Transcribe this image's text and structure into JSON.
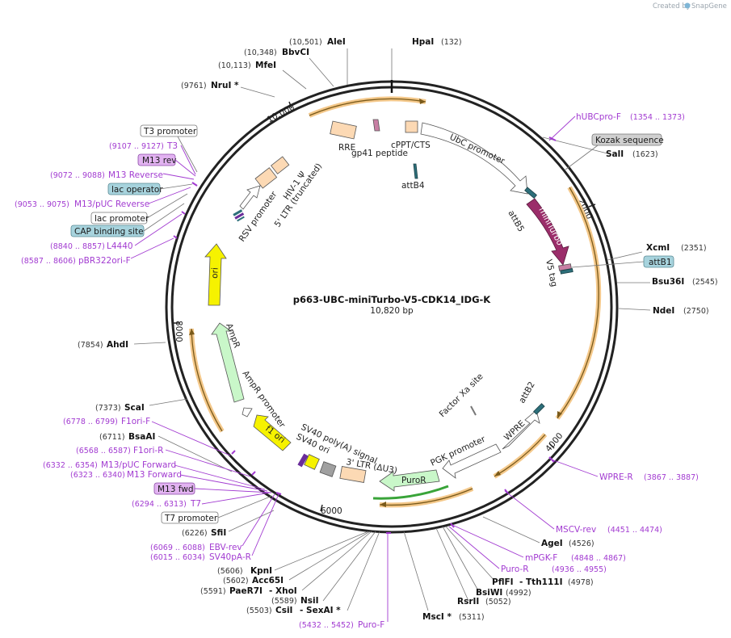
{
  "header": {
    "credit_prefix": "Created by",
    "credit_brand": "SnapGene",
    "title": "p663-UBC-miniTurbo-V5-CDK14_IDG-K",
    "length": "10,820 bp"
  },
  "ruler": {
    "labels": [
      "10,000",
      "2000",
      "4000",
      "6000",
      "8000"
    ]
  },
  "sites": [
    {
      "name": "HpaI",
      "pos": "(132)"
    },
    {
      "name": "AleI",
      "pos": "(10,501)"
    },
    {
      "name": "BbvCI",
      "pos": "(10,348)"
    },
    {
      "name": "MfeI",
      "pos": "(10,113)"
    },
    {
      "name": "NruI *",
      "pos": "(9761)"
    },
    {
      "name": "SalI",
      "pos": "(1623)"
    },
    {
      "name": "XcmI",
      "pos": "(2351)"
    },
    {
      "name": "Bsu36I",
      "pos": "(2545)"
    },
    {
      "name": "NdeI",
      "pos": "(2750)"
    },
    {
      "name": "AhdI",
      "pos": "(7854)"
    },
    {
      "name": "ScaI",
      "pos": "(7373)"
    },
    {
      "name": "BsaAI",
      "pos": "(6711)"
    },
    {
      "name": "SfiI",
      "pos": "(6226)"
    },
    {
      "name": "KpnI",
      "pos": "(5606)"
    },
    {
      "name": "Acc65I",
      "pos": "(5602)"
    },
    {
      "name": "PaeR7I",
      "pos": "(5591)"
    },
    {
      "name": "- XhoI",
      "pos": ""
    },
    {
      "name": "NsiI",
      "pos": "(5589)"
    },
    {
      "name": "CsiI",
      "pos": "(5503)"
    },
    {
      "name": "- SexAI *",
      "pos": ""
    },
    {
      "name": "MscI *",
      "pos": "(5311)"
    },
    {
      "name": "RsrII",
      "pos": "(5052)"
    },
    {
      "name": "BsiWI",
      "pos": "(4992)"
    },
    {
      "name": "PflFI",
      "pos": ""
    },
    {
      "name": "- Tth111I",
      "pos": "(4978)"
    },
    {
      "name": "AgeI",
      "pos": "(4526)"
    }
  ],
  "primers": [
    {
      "name": "hUBCpro-F",
      "range": "(1354 .. 1373)"
    },
    {
      "name": "WPRE-R",
      "range": "(3867 .. 3887)"
    },
    {
      "name": "MSCV-rev",
      "range": "(4451 .. 4474)"
    },
    {
      "name": "mPGK-F",
      "range": "(4848 .. 4867)"
    },
    {
      "name": "Puro-R",
      "range": "(4936 .. 4955)"
    },
    {
      "name": "Puro-F",
      "range": "(5432 .. 5452)"
    },
    {
      "name": "SV40pA-R",
      "range": "(6015 .. 6034)"
    },
    {
      "name": "EBV-rev",
      "range": "(6069 .. 6088)"
    },
    {
      "name": "T7",
      "range": "(6294 .. 6313)"
    },
    {
      "name": "M13 Forward",
      "range": "(6323 .. 6340)"
    },
    {
      "name": "M13/pUC Forward",
      "range": "(6332 .. 6354)"
    },
    {
      "name": "F1ori-R",
      "range": "(6568 .. 6587)"
    },
    {
      "name": "F1ori-F",
      "range": "(6778 .. 6799)"
    },
    {
      "name": "pBR322ori-F",
      "range": "(8587 .. 8606)"
    },
    {
      "name": "L4440",
      "range": "(8840 .. 8857)"
    },
    {
      "name": "M13/pUC Reverse",
      "range": "(9053 .. 9075)"
    },
    {
      "name": "M13 Reverse",
      "range": "(9072 .. 9088)"
    },
    {
      "name": "T3",
      "range": "(9107 .. 9127)"
    }
  ],
  "boxes": {
    "kozak": "Kozak sequence",
    "attb1": "attB1",
    "t3_promoter": "T3 promoter",
    "m13_rev": "M13 rev",
    "lac_operator": "lac operator",
    "lac_promoter": "lac promoter",
    "cap_site": "CAP binding site",
    "m13_fwd": "M13 fwd",
    "t7_promoter": "T7 promoter"
  },
  "features": {
    "rre": "RRE",
    "gp41": "gp41 peptide",
    "cppt": "cPPT/CTS",
    "ubc": "UbC promoter",
    "attb4": "attB4",
    "attb5": "attB5",
    "miniturbo": "miniTurbo",
    "v5": "V5 tag",
    "hiv": "HIV-1 Ψ",
    "rsv": "RSV promoter",
    "ltr5": "5' LTR (truncated)",
    "ori": "ori",
    "ampr": "AmpR",
    "ampr_promoter": "AmpR promoter",
    "f1ori": "f1 ori",
    "sv40ori": "SV40 ori",
    "sv40polya": "SV40 poly(A) signal",
    "ltr3": "3' LTR (ΔU3)",
    "puror": "PuroR",
    "pgk": "PGK promoter",
    "wpre": "WPRE",
    "attb2": "attB2",
    "factorxa": "Factor Xa site"
  },
  "colors": {
    "backbone": "#222222",
    "primer": "#a23bd1",
    "orange_arc": "#f0b060",
    "miniturbo": "#9b2d6a",
    "ori": "#f6f200",
    "ampr": "#c9f7c9",
    "promoter": "#ffffff",
    "ltr": "#fcd9b4",
    "puror": "#c9f7c9",
    "att": "#2d6f7a"
  }
}
